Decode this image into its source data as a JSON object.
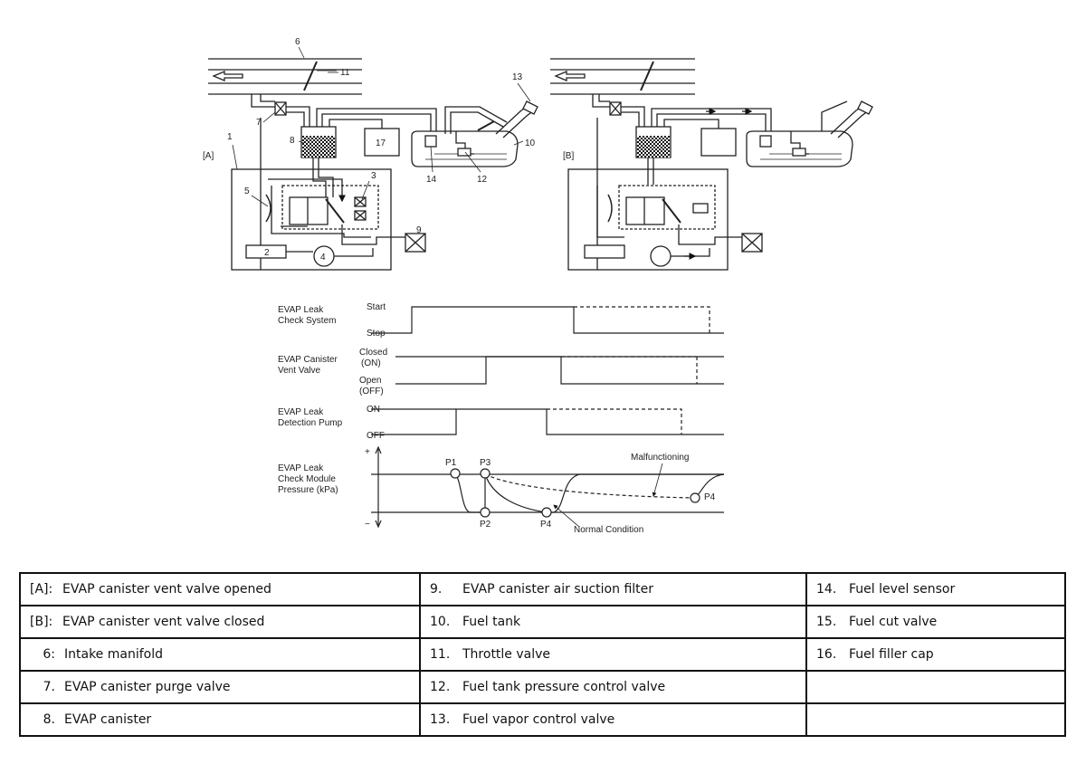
{
  "diagram": {
    "panel_a_tag": "[A]",
    "panel_b_tag": "[B]",
    "callouts": [
      "1",
      "2",
      "3",
      "4",
      "5",
      "6",
      "7",
      "8",
      "9",
      "10",
      "11",
      "12",
      "13",
      "14",
      "17"
    ],
    "timing": {
      "rows": [
        {
          "label": [
            "EVAP Leak",
            "Check System"
          ],
          "levels": [
            "Start",
            "Stop"
          ]
        },
        {
          "label": [
            "EVAP Canister",
            "Vent Valve"
          ],
          "levels": [
            "Closed",
            "(ON)",
            "Open",
            "(OFF)"
          ]
        },
        {
          "label": [
            "EVAP Leak",
            "Detection Pump"
          ],
          "levels": [
            "ON",
            "OFF"
          ]
        },
        {
          "label": [
            "EVAP Leak",
            "Check Module",
            "Pressure (kPa)"
          ],
          "levels": [
            "+",
            "−"
          ]
        }
      ],
      "points": [
        "P1",
        "P2",
        "P3",
        "P4",
        "P4"
      ],
      "annotations": {
        "malfunctioning": "Malfunctioning",
        "normal": "Normal Condition"
      }
    }
  },
  "legend": {
    "rows": [
      [
        {
          "key": "[A]:",
          "text": "EVAP canister vent valve opened"
        },
        {
          "key": "9.",
          "text": "EVAP canister air suction filter"
        },
        {
          "key": "14.",
          "text": "Fuel level sensor"
        }
      ],
      [
        {
          "key": "[B]:",
          "text": "EVAP canister vent valve closed"
        },
        {
          "key": "10.",
          "text": "Fuel tank"
        },
        {
          "key": "15.",
          "text": "Fuel cut valve"
        }
      ],
      [
        {
          "key": "6:",
          "text": "Intake manifold"
        },
        {
          "key": "11.",
          "text": "Throttle valve"
        },
        {
          "key": "16.",
          "text": "Fuel filler cap"
        }
      ],
      [
        {
          "key": "7.",
          "text": "EVAP canister purge valve"
        },
        {
          "key": "12.",
          "text": "Fuel tank pressure control valve"
        },
        {
          "key": "",
          "text": ""
        }
      ],
      [
        {
          "key": "8.",
          "text": "EVAP canister"
        },
        {
          "key": "13.",
          "text": "Fuel vapor control valve"
        },
        {
          "key": "",
          "text": ""
        }
      ]
    ]
  }
}
